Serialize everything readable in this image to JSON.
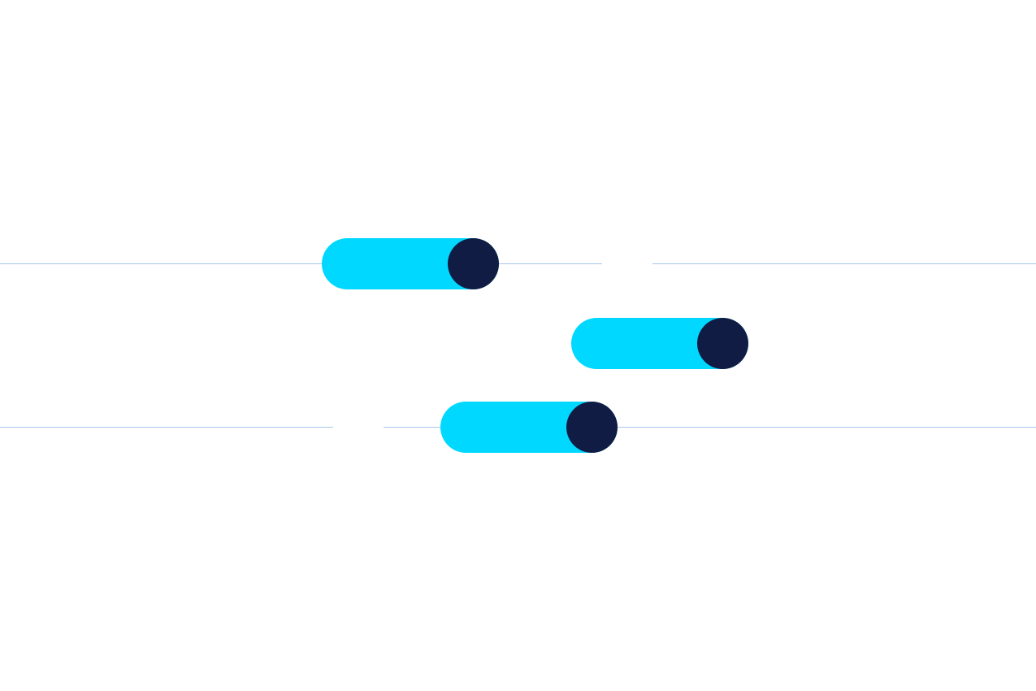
{
  "colors": {
    "background": "#ffffff",
    "track": "#00d8ff",
    "knob": "#111c44",
    "rule": "#a9c6ec"
  },
  "toggles": [
    {
      "state": "on"
    },
    {
      "state": "on"
    },
    {
      "state": "on"
    }
  ]
}
